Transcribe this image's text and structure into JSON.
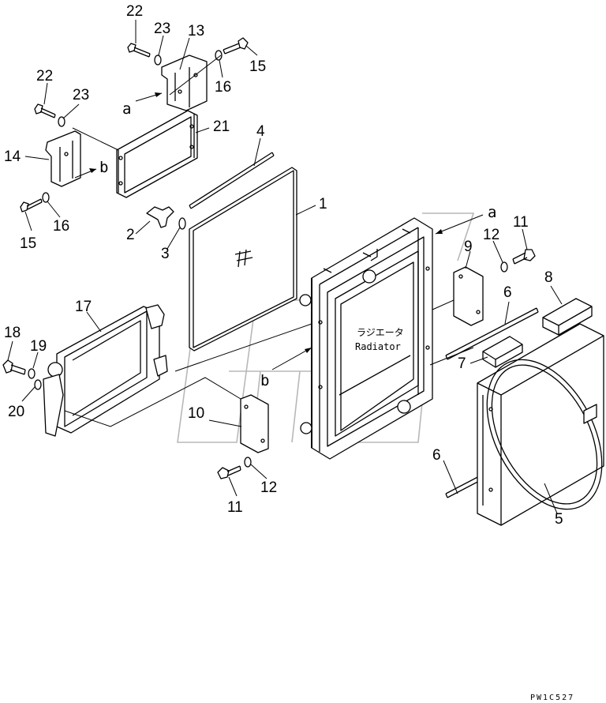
{
  "diagram_code": "PW1C527",
  "radiator_label_jp": "ラジエータ",
  "radiator_label_en": "Radiator",
  "arrow_markers": [
    "a",
    "b"
  ],
  "callouts": [
    "1",
    "2",
    "3",
    "4",
    "5",
    "6",
    "7",
    "8",
    "9",
    "10",
    "11",
    "12",
    "13",
    "14",
    "15",
    "16",
    "17",
    "18",
    "19",
    "20",
    "21",
    "22",
    "23"
  ]
}
